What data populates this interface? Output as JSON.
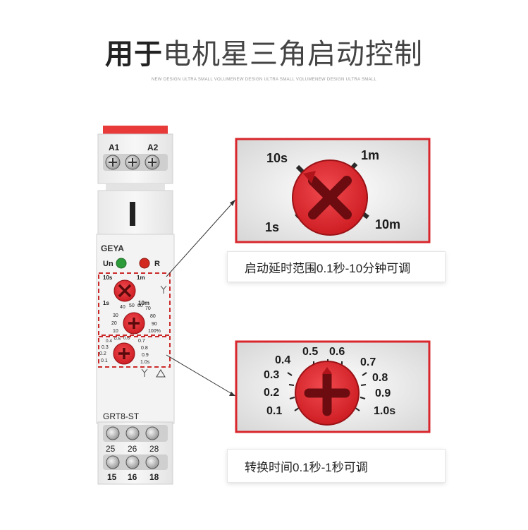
{
  "header": {
    "title_bold": "用于",
    "title_light": "电机星三角启动控制",
    "subline": "NEW DESIGN ULTRA SMALL VOLUMENEW DESIGN ULTRA SMALL VOLUMENEW DESIGN ULTRA SMALL"
  },
  "device": {
    "brand": "GEYA",
    "model": "GRT8-ST",
    "terminals_top": [
      "A1",
      "A2"
    ],
    "led_labels": [
      "Un",
      "R"
    ],
    "terminals_bottom_row1": [
      "25",
      "26",
      "28"
    ],
    "terminals_bottom_row2": [
      "15",
      "16",
      "18"
    ],
    "dial1_labels": [
      "10s",
      "1m",
      "1s",
      "10m"
    ],
    "dial2_labels": [
      "40",
      "50",
      "60",
      "70",
      "30",
      "80",
      "20",
      "90",
      "10",
      "100%"
    ],
    "dial3_labels": [
      "0.4",
      "0.5",
      "0.6",
      "0.7",
      "0.3",
      "0.8",
      "0.2",
      "0.9",
      "0.1",
      "1.0s"
    ]
  },
  "zoom_range": {
    "labels": [
      "10s",
      "1m",
      "1s",
      "10m"
    ],
    "caption": "启动延时范围0.1秒-10分钟可调"
  },
  "zoom_transfer": {
    "labels": [
      "0.4",
      "0.5",
      "0.6",
      "0.7",
      "0.3",
      "0.8",
      "0.2",
      "0.9",
      "0.1",
      "1.0s"
    ],
    "caption": "转换时间0.1秒-1秒可调"
  },
  "colors": {
    "accent_red": "#d8262c",
    "dashed_red": "#cc2a2a",
    "dial_red": "#e0252d",
    "led_green": "#2e9b3a",
    "led_red": "#d22a20"
  }
}
